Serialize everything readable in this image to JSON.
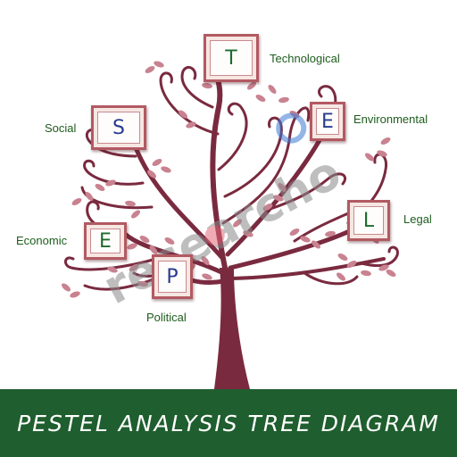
{
  "diagram": {
    "factors": [
      {
        "id": "technological",
        "letter": "T",
        "label": "Technological",
        "letter_color": "#1e6b2c"
      },
      {
        "id": "social",
        "letter": "S",
        "label": "Social",
        "letter_color": "#2a3b8f"
      },
      {
        "id": "environmental",
        "letter": "E",
        "label": "Environmental",
        "letter_color": "#2a3b8f"
      },
      {
        "id": "legal",
        "letter": "L",
        "label": "Legal",
        "letter_color": "#1e6b2c"
      },
      {
        "id": "economic",
        "letter": "E",
        "label": "Economic",
        "letter_color": "#1e6b2c"
      },
      {
        "id": "political",
        "letter": "P",
        "label": "Political",
        "letter_color": "#2a3b8f"
      }
    ],
    "footer_title": "PESTEL ANALYSIS TREE DIAGRAM",
    "watermark": "researcho"
  },
  "colors": {
    "trunk": "#7a2a3f",
    "leaf": "#c98290",
    "frame_border": "#b25a62",
    "footer_bg": "#1f5e2e",
    "label_text": "#1d5c1d"
  }
}
